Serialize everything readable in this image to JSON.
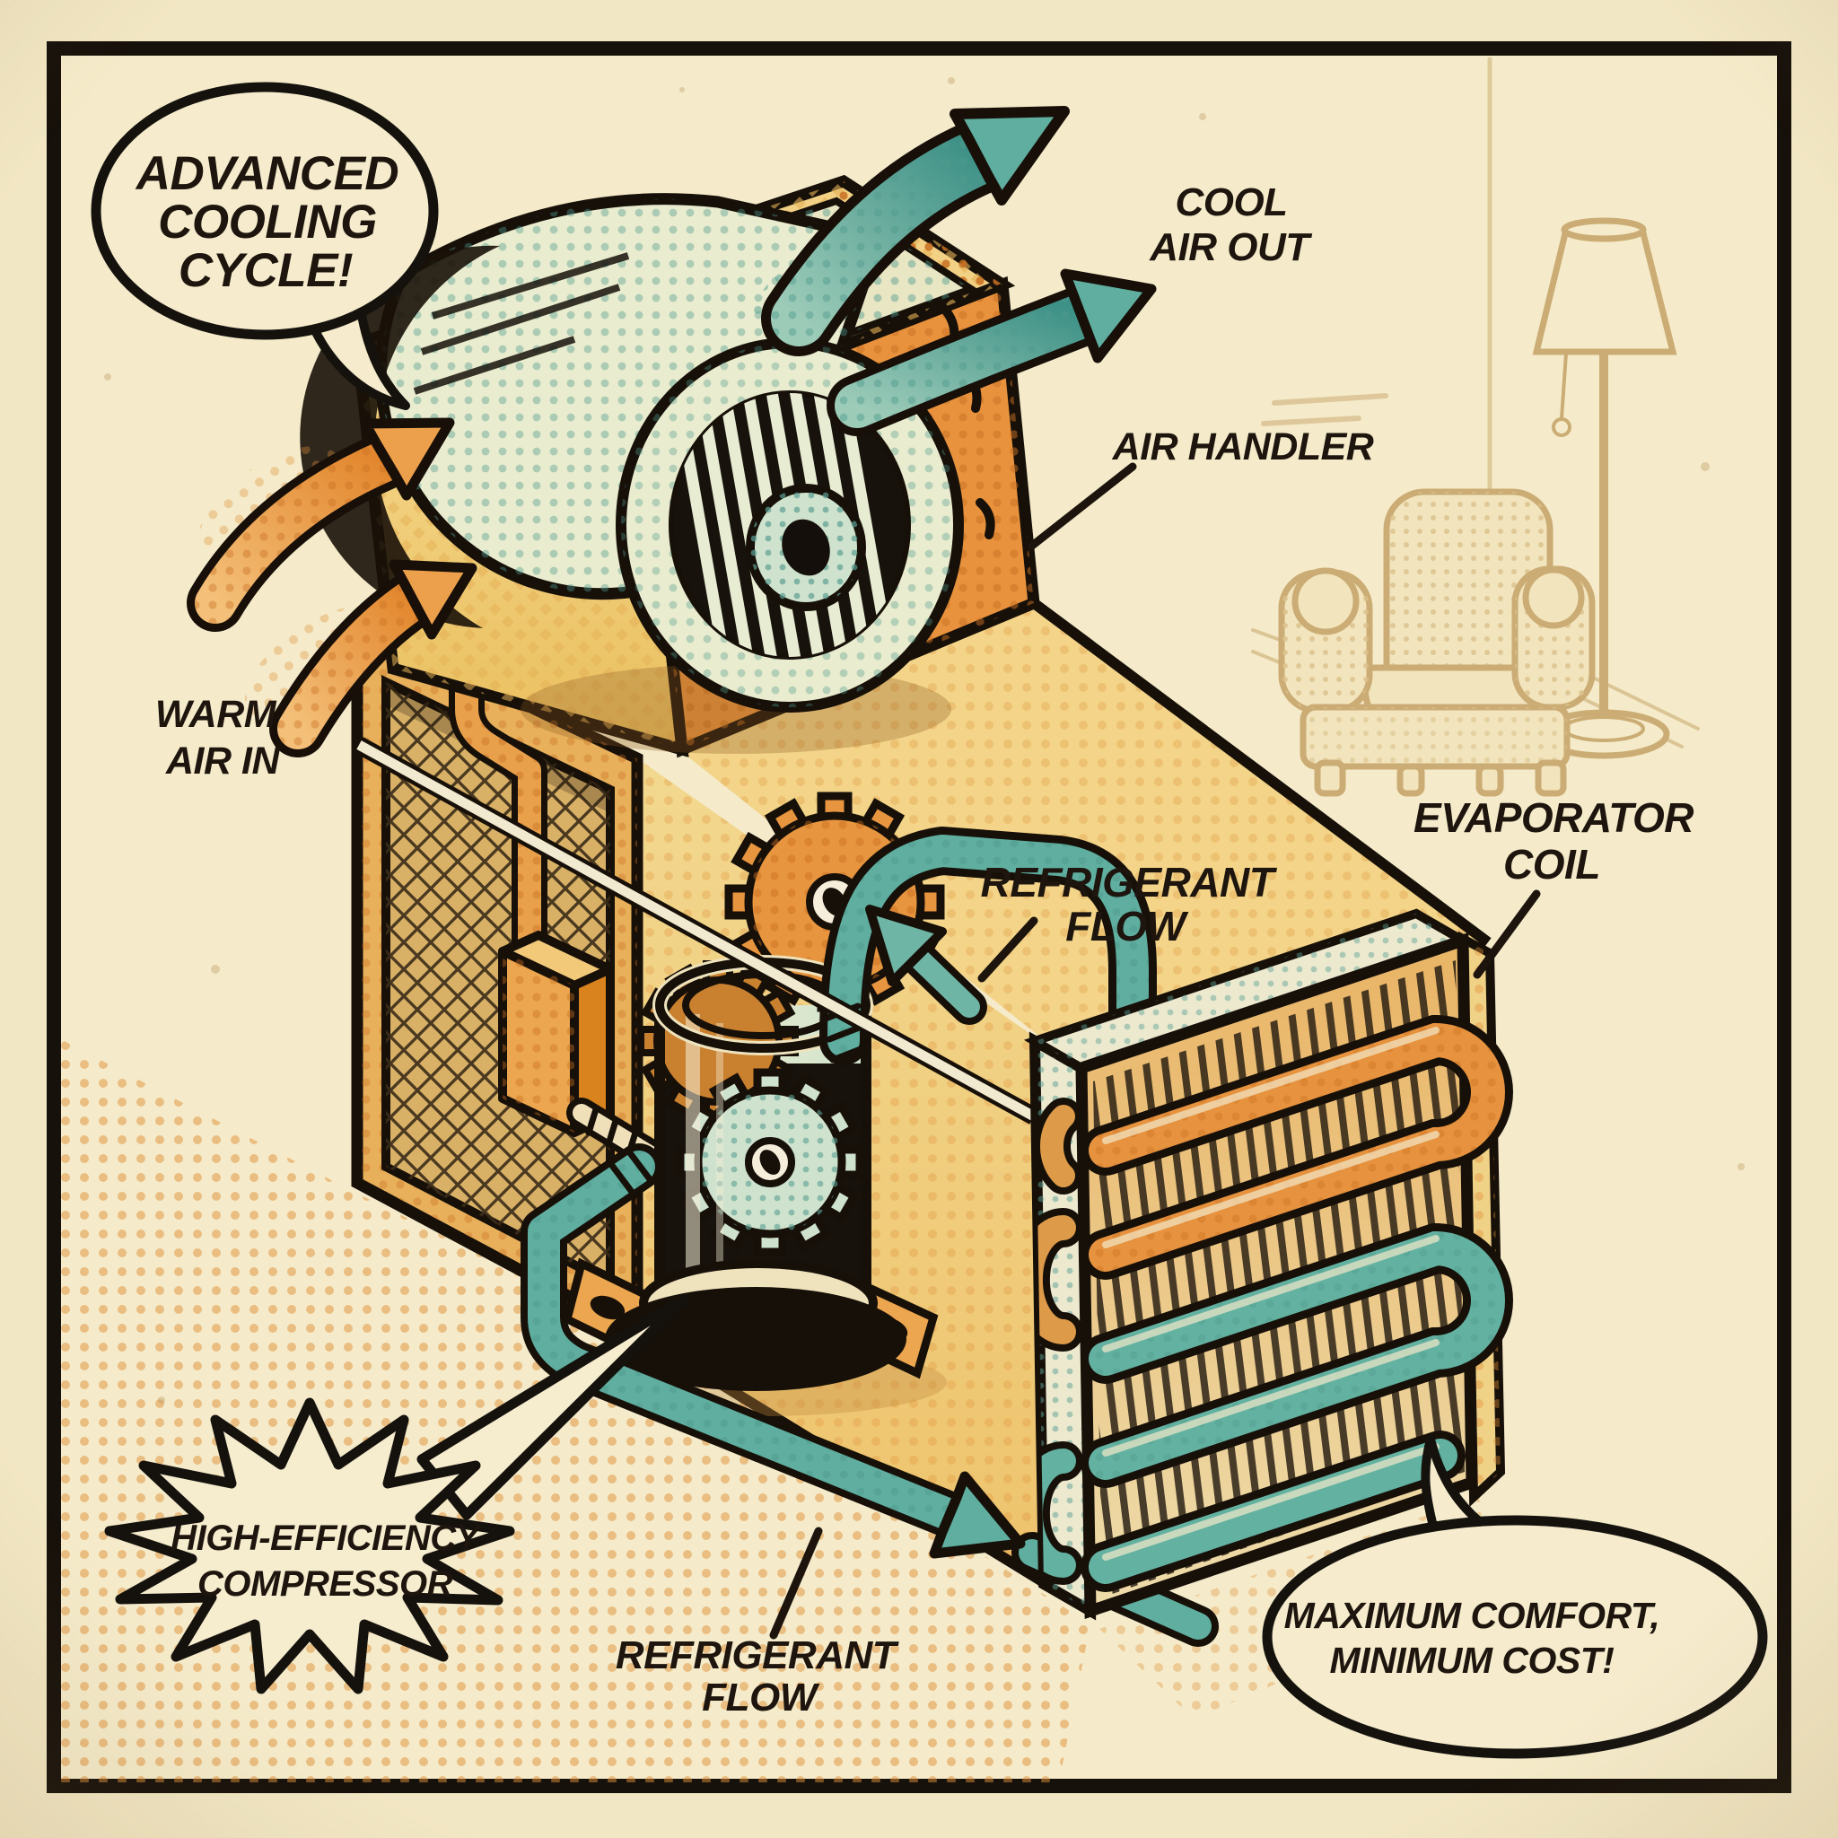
{
  "title": "ADVANCED COOLING CYCLE!",
  "speech_bubbles": {
    "advanced_cooling": {
      "lines": [
        "ADVANCED",
        "COOLING",
        "CYCLE!"
      ]
    },
    "maximum_comfort": {
      "lines": [
        "MAXIMUM COMFORT,",
        "MINIMUM COST!"
      ]
    }
  },
  "burst_label": {
    "lines": [
      "HIGH-EFFICIENCY",
      "COMPRESSOR"
    ]
  },
  "flow_labels": {
    "warm_air_in": {
      "lines": [
        "WARM",
        "AIR IN"
      ]
    },
    "cool_air_out": {
      "lines": [
        "COOL",
        "AIR OUT"
      ]
    }
  },
  "part_labels": {
    "air_handler": "AIR HANDLER",
    "evaporator_coil": {
      "lines": [
        "EVAPORATOR",
        "COIL"
      ]
    },
    "refrigerant_flow_upper": {
      "lines": [
        "REFRIGERANT",
        "FLOW"
      ]
    },
    "refrigerant_flow_lower": {
      "lines": [
        "REFRIGERANT",
        "FLOW"
      ]
    }
  },
  "icons": {
    "warm_air_arrows": "curved-arrow-up-right-orange-x2",
    "cool_air_arrows": "curved-arrow-up-right-teal-x2",
    "refrigerant_loop_arrow": "arrow-up-left-teal",
    "refrigerant_floor_arrow": "arrow-down-right-teal"
  },
  "colors": {
    "paper": "#f2e7c4",
    "panel": "#f5ebca",
    "ink": "#1d150e",
    "orange": "#e8923d",
    "orange_deep": "#cf7426",
    "amber": "#f2cf7f",
    "yellow_wall": "#f3d488",
    "teal": "#5fae9f",
    "teal_dark": "#3e9187",
    "mint": "#e9ecce",
    "cream": "#f6ecce",
    "tan": "#c7a56a"
  }
}
